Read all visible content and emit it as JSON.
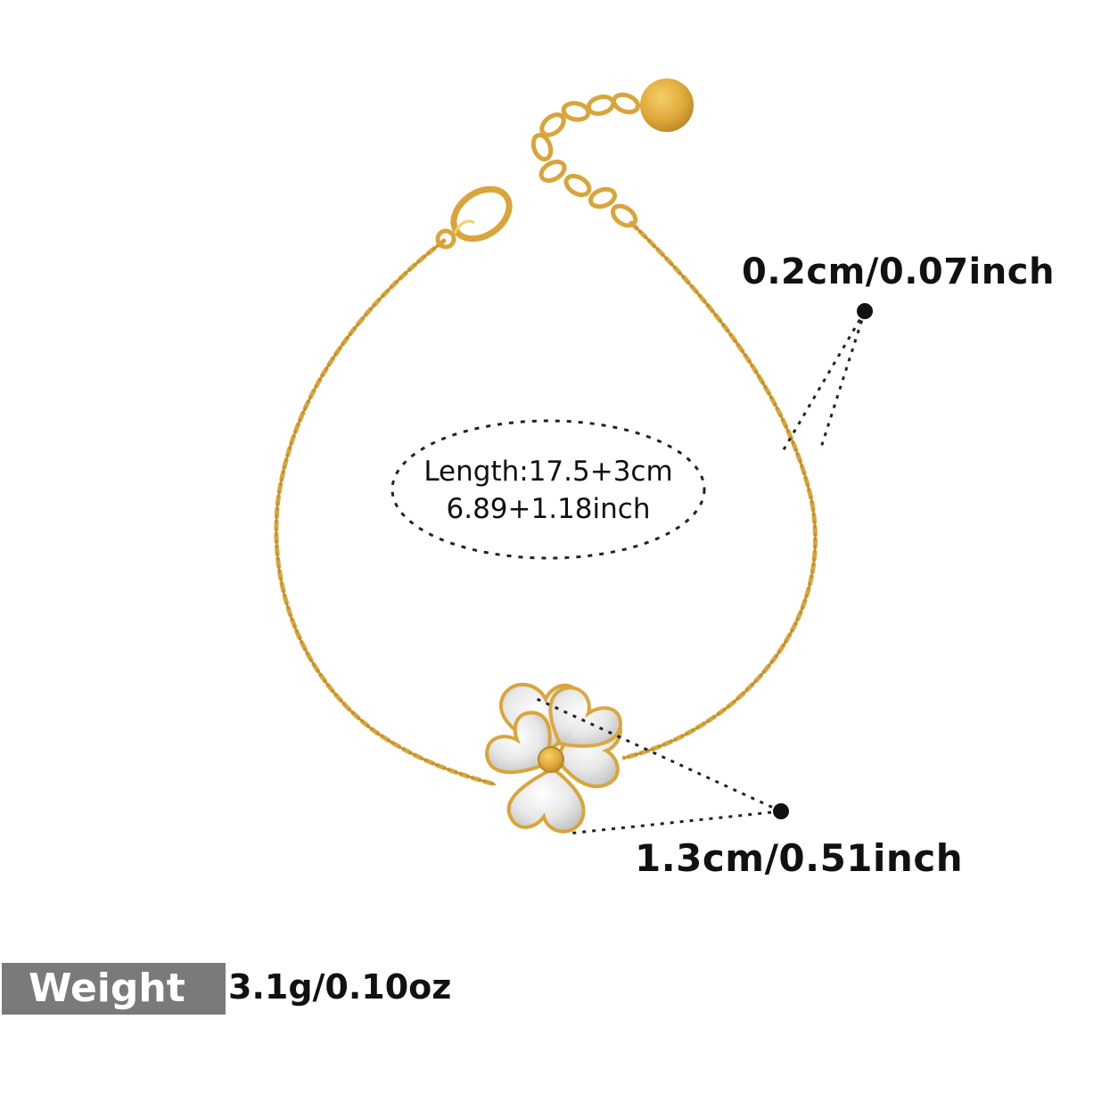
{
  "labels": {
    "chain_width": "0.2cm/0.07inch",
    "length_line1": "Length:17.5+3cm",
    "length_line2": "6.89+1.18inch",
    "pendant_size": "1.3cm/0.51inch",
    "weight_label": "Weight",
    "weight_value": "3.1g/0.10oz"
  },
  "colors": {
    "gold": "#d9a53a",
    "gold_dark": "#b8862a",
    "crystal": "#f2f2f2",
    "weight_badge": "#7a7a7a"
  }
}
